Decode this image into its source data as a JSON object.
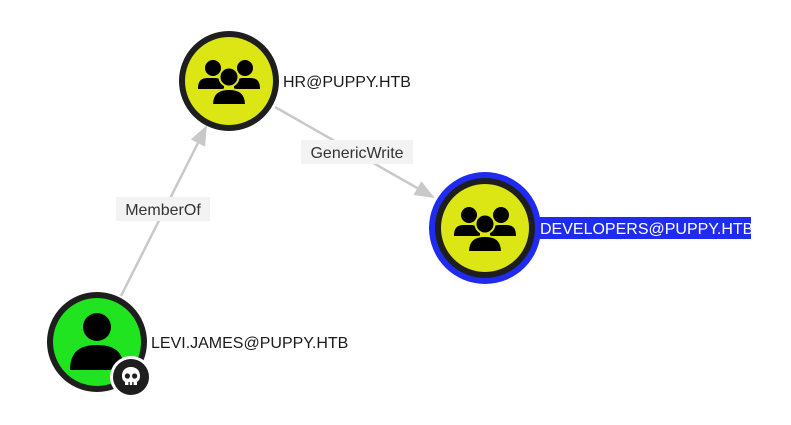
{
  "colors": {
    "group_fill": "#dbe614",
    "user_fill": "#1fe41f",
    "node_border": "#1e1e1e",
    "selected_ring": "#1f2cf0",
    "selected_label_bg": "#1f2cf0",
    "edge": "#c9c9c9",
    "edge_label_bg": "#f3f3f3",
    "icon": "#000000"
  },
  "nodes": {
    "hr": {
      "label": "HR@PUPPY.HTB",
      "type": "group",
      "icon": "group-icon"
    },
    "developers": {
      "label": "DEVELOPERS@PUPPY.HTB",
      "type": "group",
      "icon": "group-icon",
      "selected": true
    },
    "levi": {
      "label": "LEVI.JAMES@PUPPY.HTB",
      "type": "user",
      "icon": "user-icon",
      "badge": "skull-icon",
      "owned": true
    }
  },
  "edges": {
    "memberof": {
      "label": "MemberOf",
      "from": "LEVI.JAMES@PUPPY.HTB",
      "to": "HR@PUPPY.HTB"
    },
    "genericwrite": {
      "label": "GenericWrite",
      "from": "HR@PUPPY.HTB",
      "to": "DEVELOPERS@PUPPY.HTB"
    }
  }
}
